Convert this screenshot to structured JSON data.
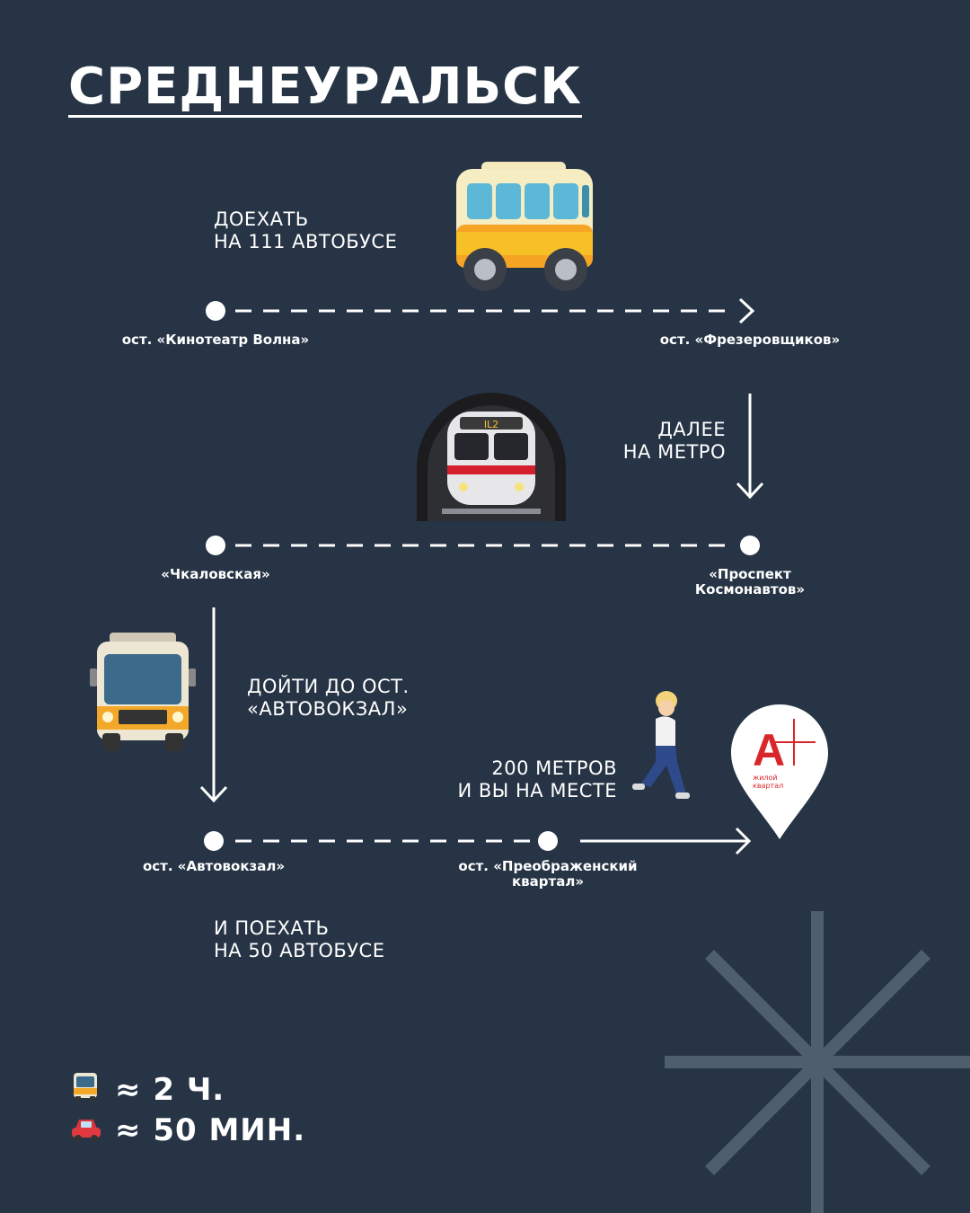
{
  "title": "СРЕДНЕУРАЛЬСК",
  "steps": {
    "bus111": [
      "ДОЕХАТЬ",
      "НА 111 АВТОБУСЕ"
    ],
    "metro": [
      "ДАЛЕЕ",
      "НА МЕТРО"
    ],
    "walk_to": [
      "ДОЙТИ ДО ОСТ.",
      "«АВТОВОКЗАЛ»"
    ],
    "bus50": [
      "И ПОЕХАТЬ",
      "НА 50 АВТОБУСЕ"
    ],
    "final": [
      "200 МЕТРОВ",
      "И ВЫ НА МЕСТЕ"
    ]
  },
  "stops": {
    "kinoteatr": "ост. «Кинотеатр Волна»",
    "frezer": "ост. «Фрезеровщиков»",
    "chkalov": "«Чкаловская»",
    "prospekt": [
      "«Проспект",
      "Космонавтов»"
    ],
    "avtovokzal": "ост. «Автовокзал»",
    "preobr": [
      "ост. «Преображенский",
      "квартал»"
    ]
  },
  "logo": {
    "mark": "A",
    "sub": [
      "жилой",
      "квартал"
    ],
    "color": "#d9262a"
  },
  "times": [
    {
      "icon": "bus-icon",
      "label": "≈ 2 Ч."
    },
    {
      "icon": "car-icon",
      "label": "≈ 50 МИН."
    }
  ],
  "colors": {
    "background": "#263445",
    "accent": "#ffffff",
    "decor": "#4f5e6c"
  }
}
